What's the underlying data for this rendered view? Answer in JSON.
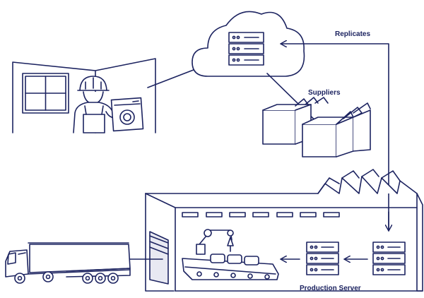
{
  "labels": {
    "replicates": "Replicates",
    "suppliers": "Suppliers",
    "production_server": "Production Server"
  },
  "colors": {
    "stroke": "#1c2360",
    "fill": "#ffffff",
    "shade": "#e8e9f2"
  },
  "icons": [
    "cloud-icon",
    "server-icon",
    "worker-icon",
    "tablet-icon",
    "boxes-icon",
    "factory-icon",
    "robot-arm-icon",
    "conveyor-icon",
    "truck-icon"
  ]
}
